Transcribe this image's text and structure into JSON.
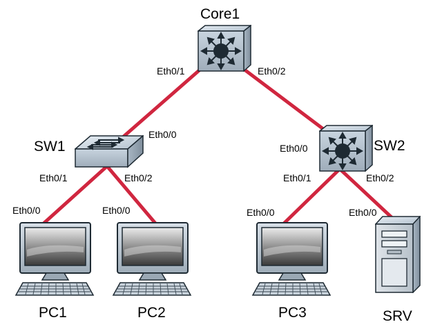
{
  "devices": {
    "core1": {
      "name": "Core1",
      "type": "multilayer-switch"
    },
    "sw1": {
      "name": "SW1",
      "type": "workgroup-switch"
    },
    "sw2": {
      "name": "SW2",
      "type": "multilayer-switch"
    },
    "pc1": {
      "name": "PC1",
      "type": "workstation"
    },
    "pc2": {
      "name": "PC2",
      "type": "workstation"
    },
    "pc3": {
      "name": "PC3",
      "type": "workstation"
    },
    "srv": {
      "name": "SRV",
      "type": "server"
    }
  },
  "links": [
    {
      "from": "core1",
      "from_port": "Eth0/1",
      "to": "sw1",
      "to_port": "Eth0/0"
    },
    {
      "from": "core1",
      "from_port": "Eth0/2",
      "to": "sw2",
      "to_port": "Eth0/0"
    },
    {
      "from": "sw1",
      "from_port": "Eth0/1",
      "to": "pc1",
      "to_port": "Eth0/0"
    },
    {
      "from": "sw1",
      "from_port": "Eth0/2",
      "to": "pc2",
      "to_port": "Eth0/0"
    },
    {
      "from": "sw2",
      "from_port": "Eth0/1",
      "to": "pc3",
      "to_port": "Eth0/0"
    },
    {
      "from": "sw2",
      "from_port": "Eth0/2",
      "to": "srv",
      "to_port": "Eth0/0"
    }
  ],
  "colors": {
    "link": "#d0263f",
    "device_body": "#c4d1de",
    "device_dark": "#1e2a33"
  }
}
